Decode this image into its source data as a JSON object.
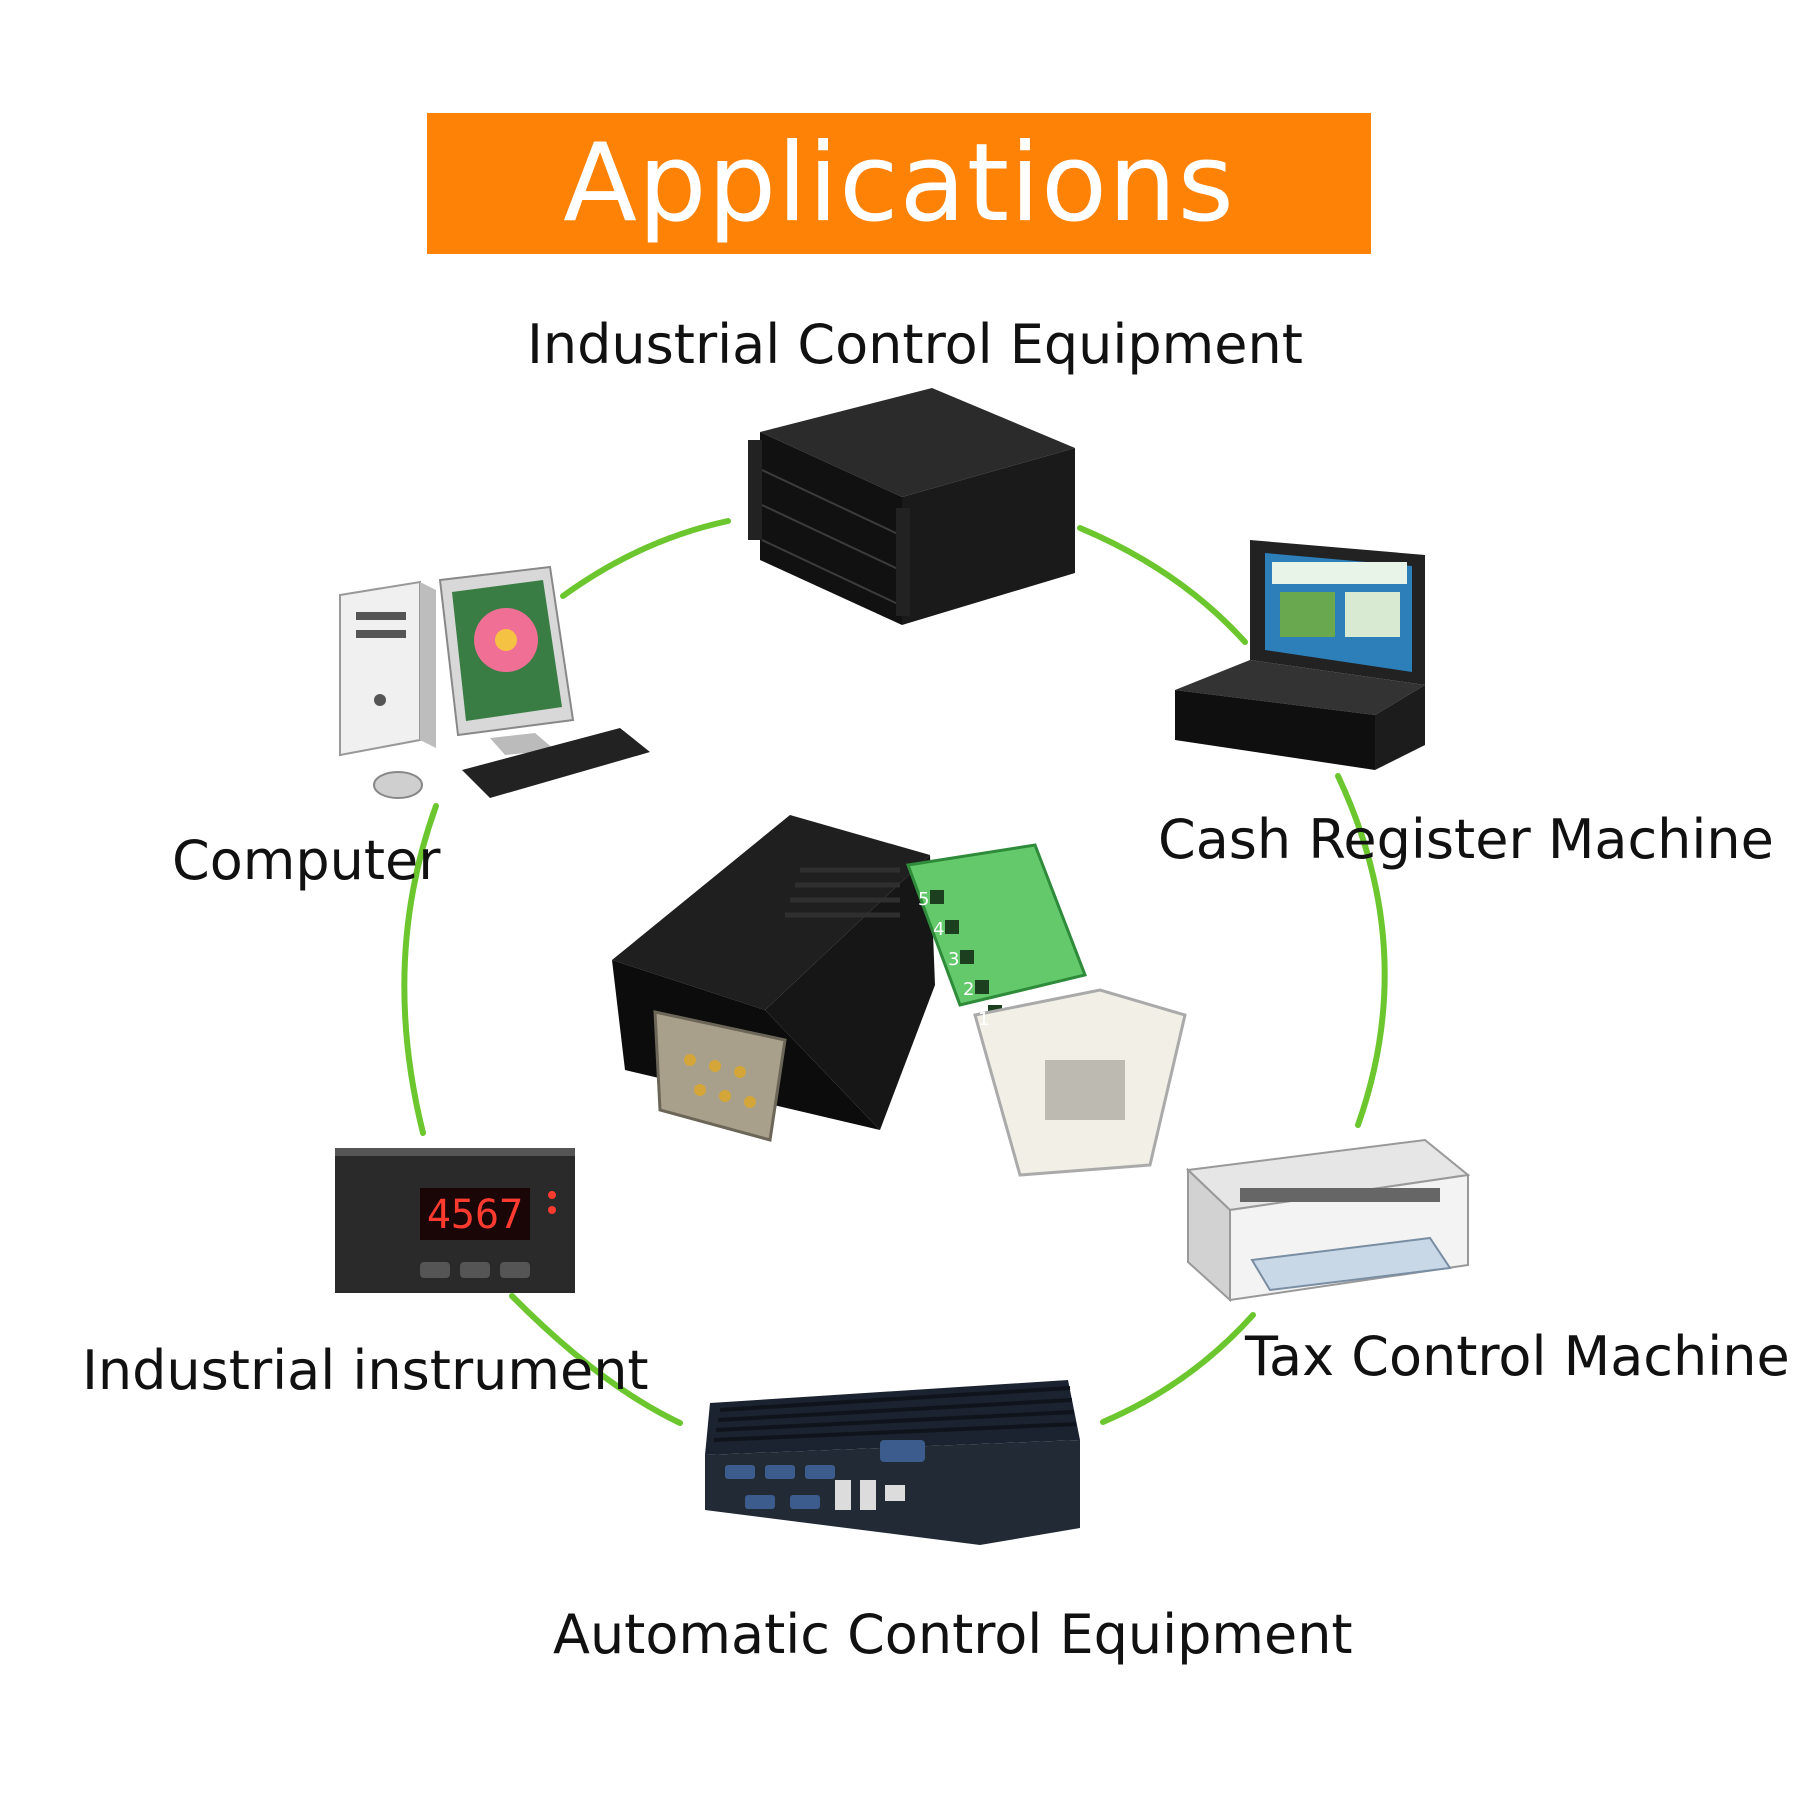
{
  "title": "Applications",
  "colors": {
    "banner": "#fd8206",
    "ring": "#6cc72f",
    "background": "#ffffff"
  },
  "applications": [
    {
      "label": "Industrial Control Equipment",
      "icon": "rack-server-icon"
    },
    {
      "label": "Cash Register Machine",
      "icon": "rugged-laptop-icon"
    },
    {
      "label": "Tax Control Machine",
      "icon": "dot-matrix-printer-icon"
    },
    {
      "label": "Automatic Control Equipment",
      "icon": "fanless-industrial-pc-icon"
    },
    {
      "label": "Industrial instrument",
      "icon": "panel-meter-icon"
    },
    {
      "label": "Computer",
      "icon": "desktop-computer-icon"
    }
  ],
  "meter_display": "4567",
  "center_product": {
    "icon": "db9-terminal-adapter-icon",
    "terminal_numbers": [
      "5",
      "4",
      "3",
      "2",
      "1"
    ]
  }
}
